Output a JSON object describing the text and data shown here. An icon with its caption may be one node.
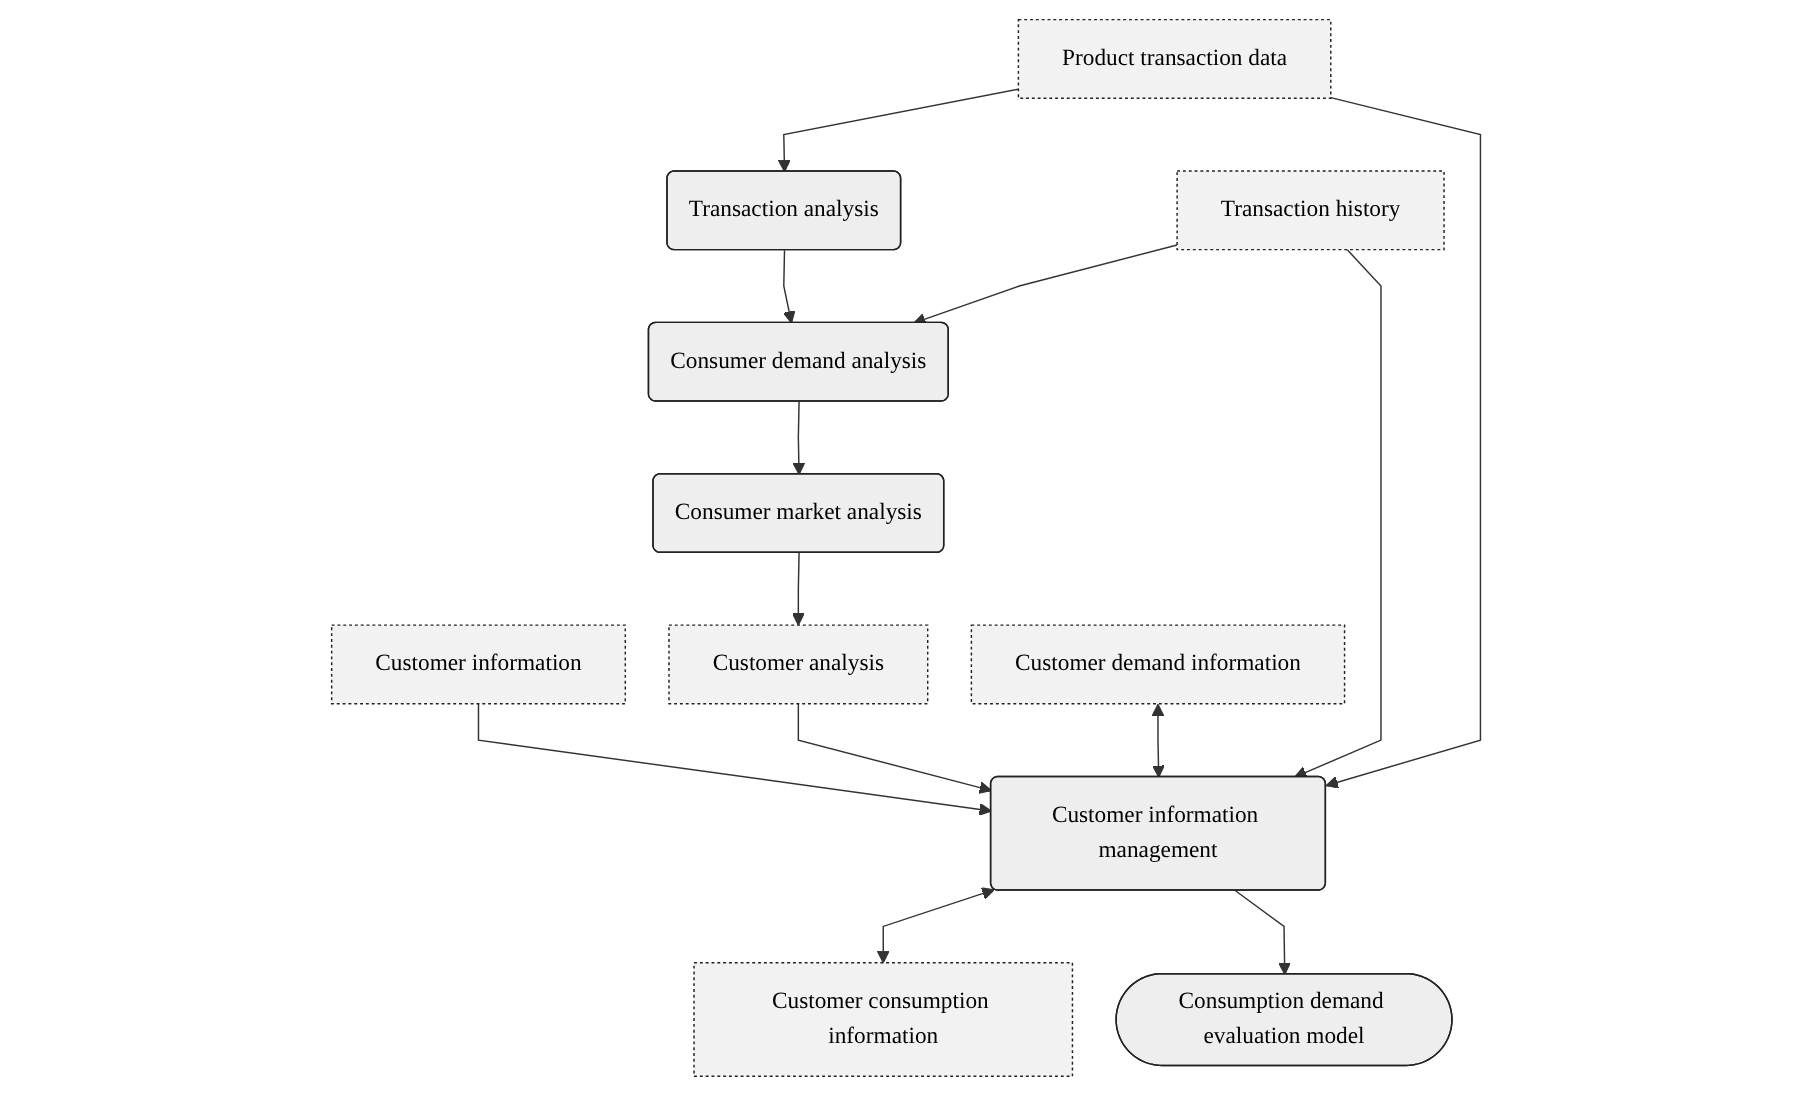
{
  "diagram": {
    "nodes": [
      {
        "text": [
          "Transaction analysis"
        ]
      },
      {
        "text": [
          "Consumer demand analysis"
        ]
      },
      {
        "text": [
          "Consumer market analysis"
        ]
      },
      {
        "text": [
          "Customer information"
        ]
      },
      {
        "text": [
          "Product transaction data"
        ]
      },
      {
        "text": [
          "Transaction history"
        ]
      },
      {
        "text": [
          "Customer analysis"
        ]
      },
      {
        "text": [
          "Customer demand information"
        ]
      },
      {
        "text": [
          "Customer information management"
        ]
      },
      {
        "text": [
          "Customer consumption information"
        ]
      },
      {
        "text": [
          "Consumption demand evaluation model"
        ]
      }
    ],
    "edges": [
      {
        "from": 0,
        "to": 1,
        "arrow": "to"
      },
      {
        "from": 1,
        "to": 2,
        "arrow": "to"
      },
      {
        "from": 4,
        "to": 0,
        "arrow": "to"
      },
      {
        "from": 5,
        "to": 1,
        "arrow": "to"
      },
      {
        "from": 2,
        "to": 6,
        "arrow": "to"
      },
      {
        "from": 3,
        "to": 8,
        "arrow": "to"
      },
      {
        "from": 4,
        "to": 8,
        "arrow": "to"
      },
      {
        "from": 5,
        "to": 8,
        "arrow": "to"
      },
      {
        "from": 6,
        "to": 8,
        "arrow": "to"
      },
      {
        "from": 7,
        "to": 8,
        "arrow": "both"
      },
      {
        "from": 8,
        "to": 9,
        "arrow": "both"
      },
      {
        "from": 8,
        "to": 10,
        "arrow": "to"
      }
    ]
  }
}
